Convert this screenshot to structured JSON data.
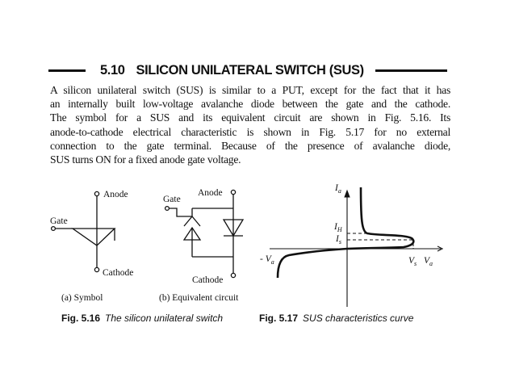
{
  "section": {
    "number": "5.10",
    "title": "SILICON UNILATERAL SWITCH (SUS)"
  },
  "paragraph_lines": [
    "A silicon unilateral switch (SUS) is similar to a PUT, except for the fact that it has",
    "an internally built low-voltage avalanche diode between the gate and the cathode.",
    "The symbol for a SUS and its equivalent circuit are shown in Fig. 5.16. Its",
    "anode-to-cathode electrical characteristic is shown in Fig. 5.17 for no external",
    "connection to the gate terminal. Because of the presence of avalanche diode,",
    "SUS turns ON for a fixed anode gate voltage."
  ],
  "symbol": {
    "anode_label": "Anode",
    "gate_label": "Gate",
    "cathode_label": "Cathode",
    "sublabel": "(a) Symbol"
  },
  "equivalent": {
    "anode_label": "Anode",
    "gate_label": "Gate",
    "cathode_label": "Cathode",
    "sublabel": "(b) Equivalent circuit"
  },
  "characteristic": {
    "ia_label": "I",
    "ia_sub": "a",
    "ih_label": "I",
    "ih_sub": "H",
    "is_label": "I",
    "is_sub": "s",
    "neg_va_label": "- V",
    "neg_va_sub": "a",
    "vs_label": "V",
    "vs_sub": "s",
    "va_label": "V",
    "va_sub": "a"
  },
  "captions": [
    {
      "fig": "Fig. 5.16",
      "text": "The silicon unilateral switch"
    },
    {
      "fig": "Fig. 5.17",
      "text": "SUS characteristics curve"
    }
  ],
  "colors": {
    "ink": "#111111",
    "background": "#ffffff"
  }
}
